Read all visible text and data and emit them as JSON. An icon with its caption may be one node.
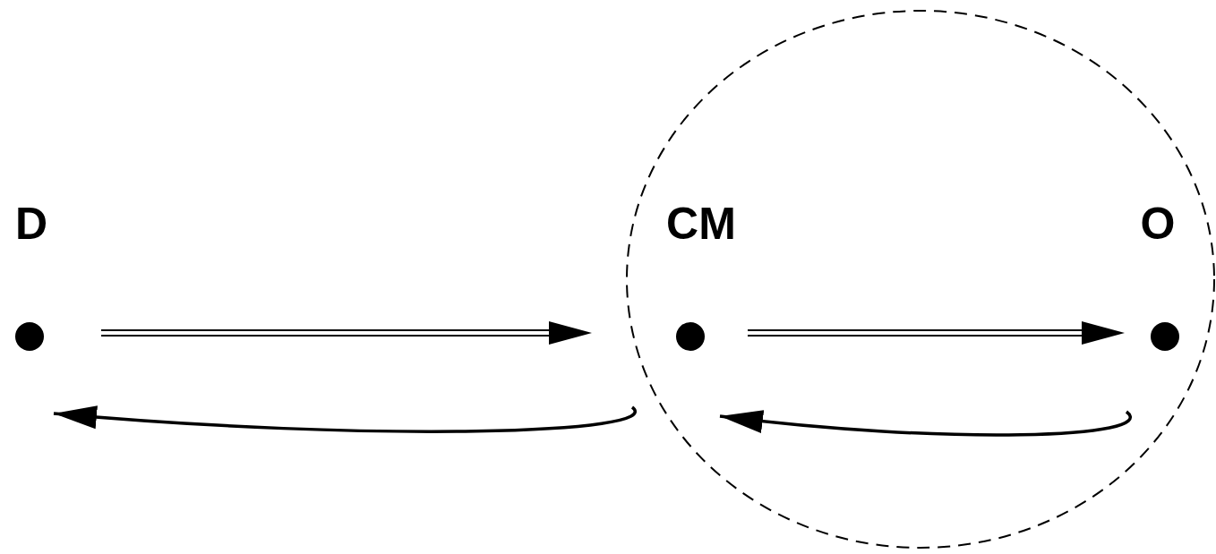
{
  "diagram": {
    "nodes": [
      {
        "text": [
          "D"
        ]
      },
      {
        "text": [],
        "shape": "circle"
      },
      {
        "text": [
          "CM"
        ],
        "in": 1
      },
      {
        "text": [
          "O"
        ],
        "in": 1
      }
    ],
    "edges": [
      {
        "from": 0,
        "to": 2,
        "arrow": "to"
      },
      {
        "from": 1,
        "to": 0,
        "arrow": "to"
      },
      {
        "from": 2,
        "to": 3,
        "arrow": "to"
      },
      {
        "from": 3,
        "to": 2,
        "arrow": "to"
      }
    ]
  }
}
